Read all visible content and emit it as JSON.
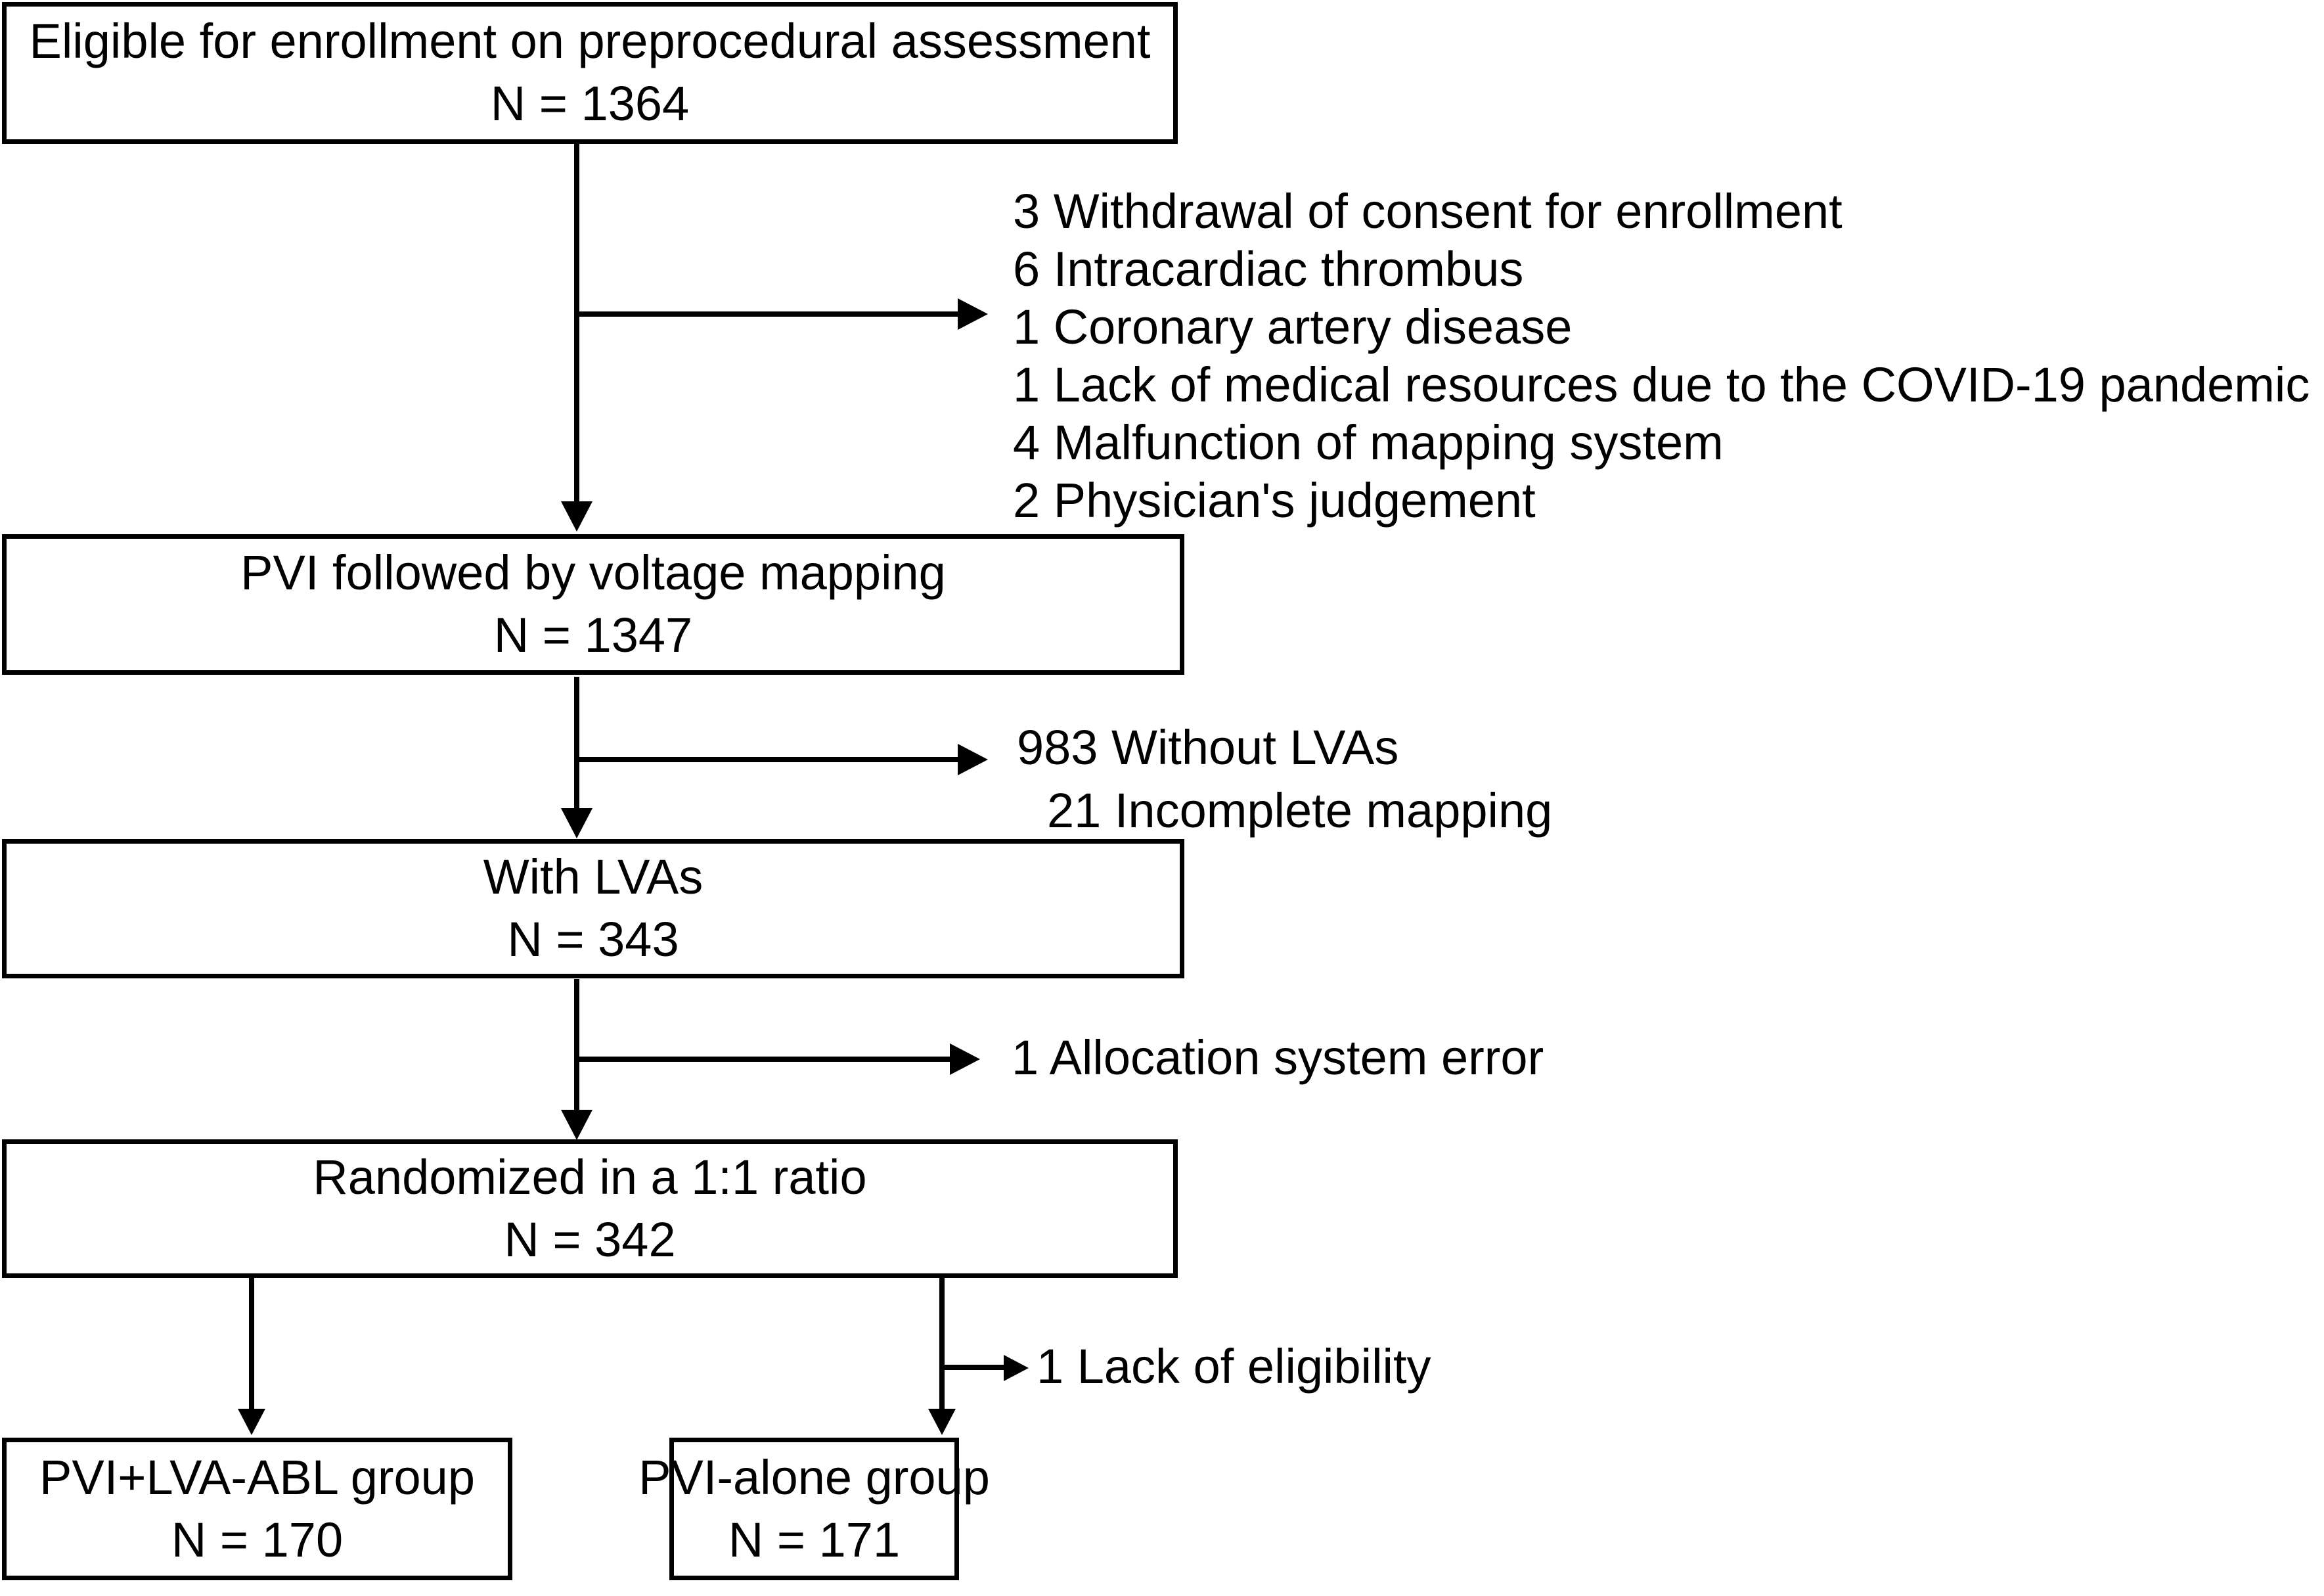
{
  "diagram": {
    "type": "consort-flow-diagram",
    "stroke_color": "#000000",
    "background_color": "#ffffff",
    "boxes": [
      {
        "id": "eligible",
        "title": "Eligible for enrollment on preprocedural assessment",
        "count": "N = 1364"
      },
      {
        "id": "pvi-voltage-mapping",
        "title": "PVI followed by voltage mapping",
        "count": "N = 1347"
      },
      {
        "id": "with-lvas",
        "title": "With LVAs",
        "count": "N = 343"
      },
      {
        "id": "randomized",
        "title": "Randomized in a 1:1 ratio",
        "count": "N = 342"
      },
      {
        "id": "pvi-lva-abl-group",
        "title": "PVI+LVA-ABL group",
        "count": "N = 170"
      },
      {
        "id": "pvi-alone-group",
        "title": "PVI-alone group",
        "count": "N = 171"
      }
    ],
    "exclusions_enrollment": [
      "3 Withdrawal of consent for enrollment",
      "6 Intracardiac thrombus",
      "1 Coronary artery disease",
      "1 Lack of medical resources due to the COVID-19 pandemic",
      "4 Malfunction of mapping system",
      "2 Physician's judgement"
    ],
    "exclusions_mapping": [
      "983 Without LVAs",
      "21 Incomplete mapping"
    ],
    "exclusions_allocation": [
      "1 Allocation system error"
    ],
    "exclusions_group": [
      "1 Lack of eligibility"
    ]
  }
}
